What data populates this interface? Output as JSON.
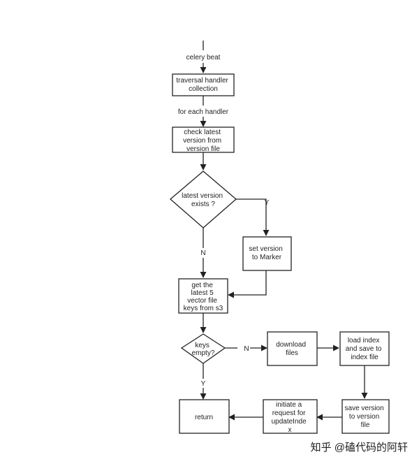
{
  "diagram": {
    "nodes": [
      {
        "id": "traversal",
        "shape": "rect",
        "lines": [
          "traversal handler",
          "collection"
        ]
      },
      {
        "id": "check",
        "shape": "rect",
        "lines": [
          "check latest",
          "version from",
          "version file"
        ]
      },
      {
        "id": "exists",
        "shape": "diamond",
        "lines": [
          "latest version",
          "exists ?"
        ]
      },
      {
        "id": "setver",
        "shape": "rect",
        "lines": [
          "set version",
          "to Marker"
        ]
      },
      {
        "id": "getlatest",
        "shape": "rect",
        "lines": [
          "get the",
          "latest 5",
          "vector file",
          "keys from s3"
        ]
      },
      {
        "id": "keysempty",
        "shape": "diamond",
        "lines": [
          "keys",
          "empty?"
        ]
      },
      {
        "id": "download",
        "shape": "rect",
        "lines": [
          "download",
          "files"
        ]
      },
      {
        "id": "loadindex",
        "shape": "rect",
        "lines": [
          "load index",
          "and save to",
          "index file"
        ]
      },
      {
        "id": "savever",
        "shape": "rect",
        "lines": [
          "save version",
          "to version",
          "file"
        ]
      },
      {
        "id": "initiate",
        "shape": "rect",
        "lines": [
          "initiate a",
          "request for",
          "updateInde",
          "x"
        ]
      },
      {
        "id": "return",
        "shape": "rect",
        "lines": [
          "return"
        ]
      }
    ],
    "edges": [
      {
        "id": "start",
        "from": "",
        "to": "traversal",
        "label": "celery beat"
      },
      {
        "id": "foreach",
        "from": "traversal",
        "to": "check",
        "label": "for each handler"
      },
      {
        "id": "check-exists",
        "from": "check",
        "to": "exists",
        "label": ""
      },
      {
        "id": "exists-setver",
        "from": "exists",
        "to": "setver",
        "label": "Y"
      },
      {
        "id": "exists-getlatest",
        "from": "exists",
        "to": "getlatest",
        "label": "N"
      },
      {
        "id": "setver-getlatest",
        "from": "setver",
        "to": "getlatest",
        "label": ""
      },
      {
        "id": "getlatest-keysempty",
        "from": "getlatest",
        "to": "keysempty",
        "label": ""
      },
      {
        "id": "keysempty-download",
        "from": "keysempty",
        "to": "download",
        "label": "N"
      },
      {
        "id": "keysempty-return",
        "from": "keysempty",
        "to": "return",
        "label": "Y"
      },
      {
        "id": "download-loadindex",
        "from": "download",
        "to": "loadindex",
        "label": ""
      },
      {
        "id": "loadindex-savever",
        "from": "loadindex",
        "to": "savever",
        "label": ""
      },
      {
        "id": "savever-initiate",
        "from": "savever",
        "to": "initiate",
        "label": ""
      },
      {
        "id": "initiate-return",
        "from": "initiate",
        "to": "return",
        "label": ""
      }
    ]
  },
  "watermark": {
    "text": "知乎 @磕代码的阿轩"
  },
  "colors": {
    "stroke": "#222222",
    "text": "#222222",
    "watermark": "#9a9a9a",
    "background": "#ffffff"
  }
}
